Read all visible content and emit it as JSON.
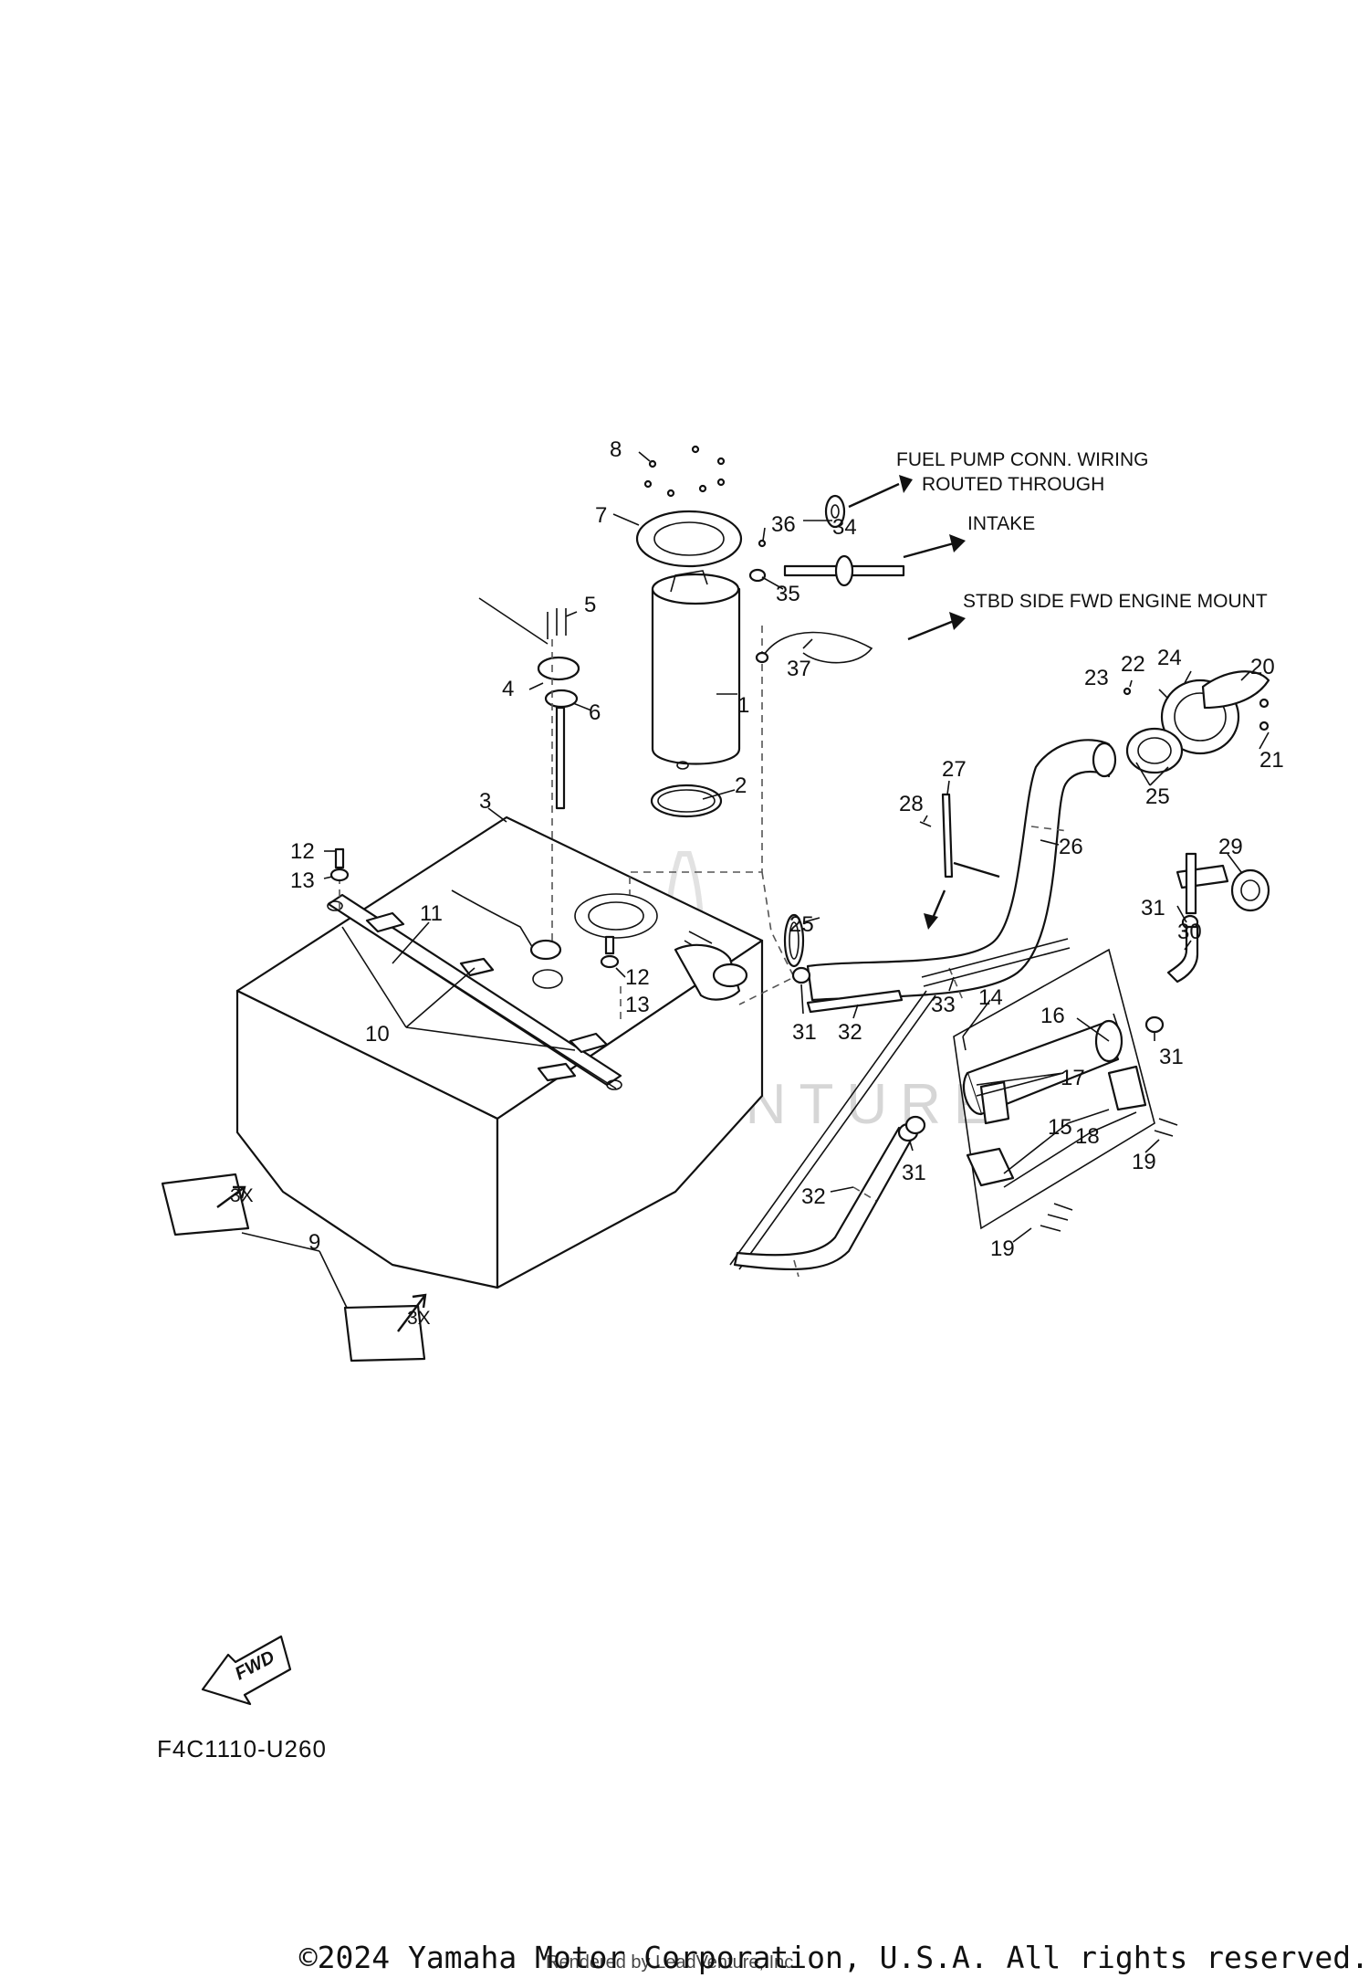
{
  "diagram": {
    "notes": {
      "fuel_pump_line1": "FUEL PUMP CONN. WIRING",
      "fuel_pump_line2": "ROUTED THROUGH",
      "intake": "INTAKE",
      "engine_mount": "STBD SIDE FWD ENGINE MOUNT"
    },
    "callouts": [
      "1",
      "2",
      "3",
      "4",
      "5",
      "6",
      "7",
      "8",
      "9",
      "10",
      "11",
      "12",
      "13",
      "14",
      "15",
      "16",
      "17",
      "18",
      "19",
      "20",
      "21",
      "22",
      "23",
      "24",
      "25",
      "26",
      "27",
      "28",
      "29",
      "30",
      "31",
      "32",
      "33",
      "34",
      "35",
      "36",
      "37"
    ],
    "qty_marks": {
      "left": "3X",
      "right": "3X"
    },
    "fwd_label": "FWD",
    "watermark": "LEADVENTURE",
    "diagram_code": "F4C1110-U260"
  },
  "footer": {
    "copyright": "©2024 Yamaha Motor Corporation, U.S.A. All rights reserved.",
    "rendered_by": "Rendered by LeadVenture, Inc."
  },
  "colors": {
    "line": "#111111",
    "background": "#ffffff",
    "watermark": "#d6d6d6"
  }
}
